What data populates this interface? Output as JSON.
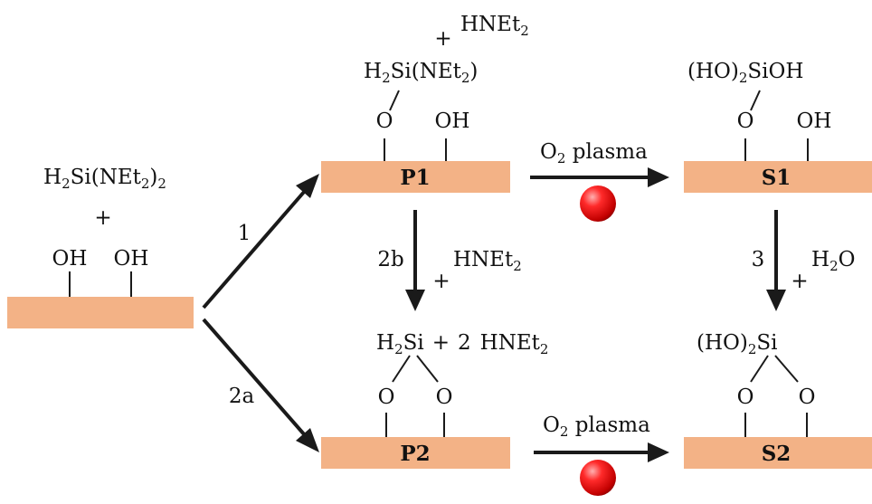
{
  "colors": {
    "surface": "#F3B286",
    "line": "#1a1a1a",
    "oxygen": "#e00000"
  },
  "reagents": {
    "silane_lead": "H",
    "silane_sub2": "2",
    "silane_mid": "Si(NEt",
    "silane_sub2b": "2",
    "silane_tail": ")",
    "silane_sub2c": "2",
    "plus": "+",
    "oh": "OH"
  },
  "steps": {
    "step1": "1",
    "step2a": "2a",
    "step2b": "2b",
    "step3": "3"
  },
  "p1": {
    "label": "P1",
    "byproduct_plus": "+",
    "byproduct": "HNEt",
    "byproduct_sub": "2",
    "group_h": "H",
    "group_sub": "2",
    "group_rest": "Si(NEt",
    "group_sub2": "2",
    "group_close": ")",
    "o": "O",
    "oh": "OH"
  },
  "p2": {
    "label": "P2",
    "group_h": "H",
    "group_sub": "2",
    "group_si": "Si",
    "plus": "+",
    "coef": "2",
    "byproduct": "HNEt",
    "byproduct_sub": "2",
    "o": "O"
  },
  "step2b_byproduct": {
    "plus": "+",
    "text": "HNEt",
    "sub": "2"
  },
  "plasma": {
    "o": "O",
    "sub": "2",
    "text": " plasma"
  },
  "s1": {
    "label": "S1",
    "group_open": "(HO)",
    "group_sub": "2",
    "group_rest": "SiOH",
    "o": "O",
    "oh": "OH"
  },
  "step3_reagent": {
    "plus": "+",
    "h": "H",
    "sub": "2",
    "o": "O"
  },
  "s2": {
    "label": "S2",
    "group_open": "(HO)",
    "group_sub": "2",
    "group_si": "Si",
    "o": "O"
  }
}
